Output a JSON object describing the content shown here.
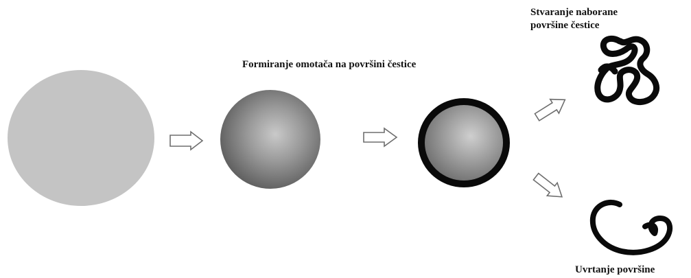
{
  "labels": {
    "shell_formation": "Formiranje omotača na površini čestice",
    "wrinkled_line1": "Stvaranje naborane",
    "wrinkled_line2": "površine čestice",
    "surface_curl": "Uvrtanje površine"
  },
  "colors": {
    "plain_particle": "#c4c4c4",
    "gradient_center": "#bdbdbd",
    "gradient_edge": "#5e5e5e",
    "shell": "#0a0a0a",
    "arrow_outline": "#6e6e6e",
    "background": "#ffffff"
  }
}
